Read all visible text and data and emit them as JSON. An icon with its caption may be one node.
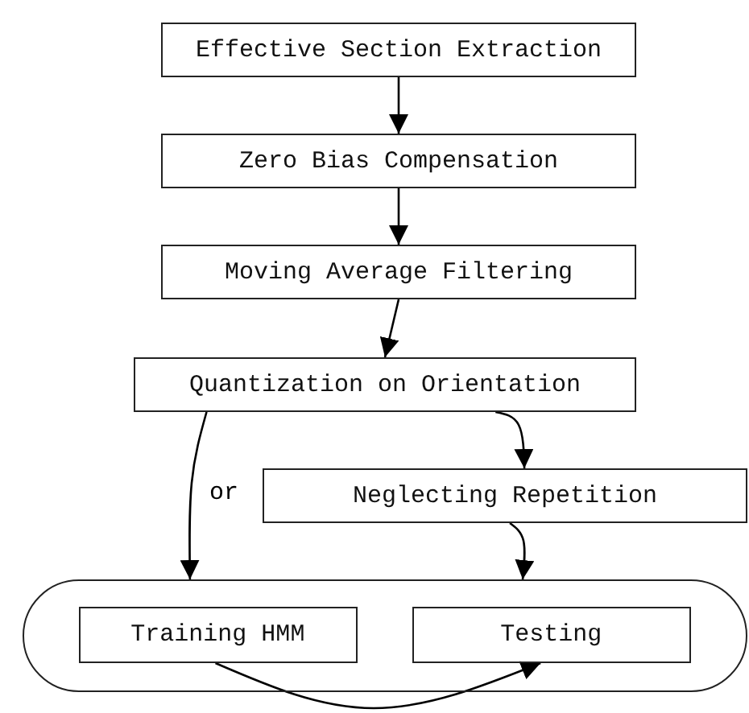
{
  "diagram": {
    "nodes": [
      {
        "text": [
          "Effective Section Extraction"
        ]
      },
      {
        "text": [
          "Zero Bias Compensation"
        ]
      },
      {
        "text": [
          "Moving Average Filtering"
        ]
      },
      {
        "text": [
          "Quantization on Orientation"
        ]
      },
      {
        "text": [
          "Neglecting Repetition"
        ]
      },
      {
        "text": [],
        "shape": "box"
      },
      {
        "text": [
          "Training HMM"
        ],
        "in": 5
      },
      {
        "text": [
          "Testing"
        ],
        "in": 5
      }
    ],
    "edges": [
      {
        "from": 0,
        "to": 1,
        "arrow": "to"
      },
      {
        "from": 1,
        "to": 2,
        "arrow": "to"
      },
      {
        "from": 2,
        "to": 3,
        "arrow": "to"
      },
      {
        "from": 3,
        "to": 5,
        "arrow": "to",
        "label": "or"
      },
      {
        "from": 3,
        "to": 4,
        "arrow": "to"
      },
      {
        "from": 4,
        "to": 5,
        "arrow": "to"
      },
      {
        "from": 6,
        "to": 7,
        "arrow": "to"
      }
    ]
  }
}
